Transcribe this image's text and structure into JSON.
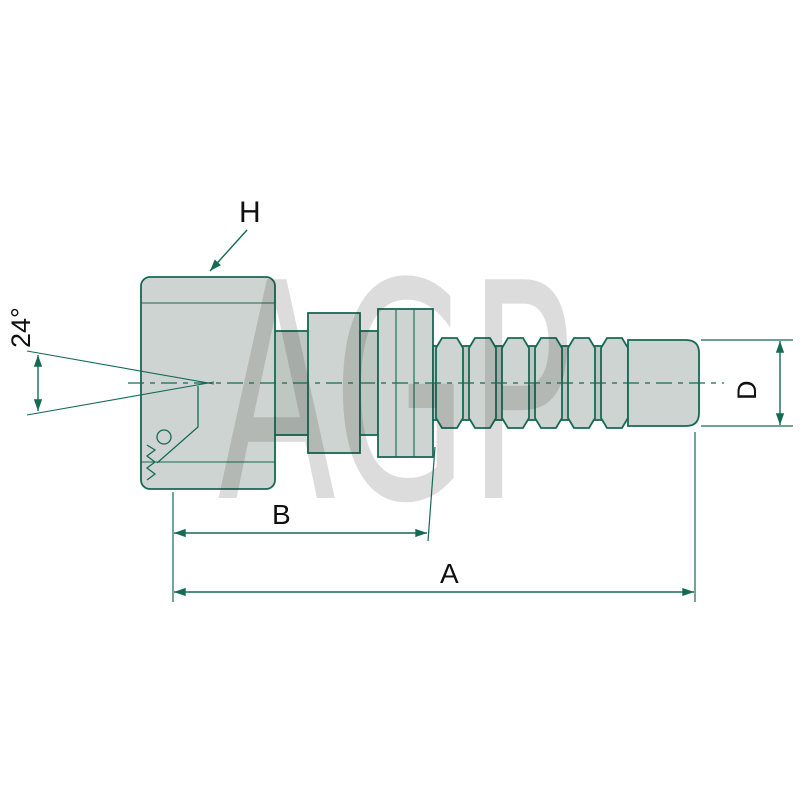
{
  "watermark": "AGP",
  "labels": {
    "h": "H",
    "angle": "24°",
    "b": "B",
    "a": "A",
    "d": "D"
  },
  "colors": {
    "line": "#156a54",
    "dimension": "#156a54",
    "label": "#101010",
    "fill_light": "#ced4d1",
    "fill_mid": "#bfc7c3",
    "watermark_color": "rgba(40,40,40,0.16)"
  }
}
